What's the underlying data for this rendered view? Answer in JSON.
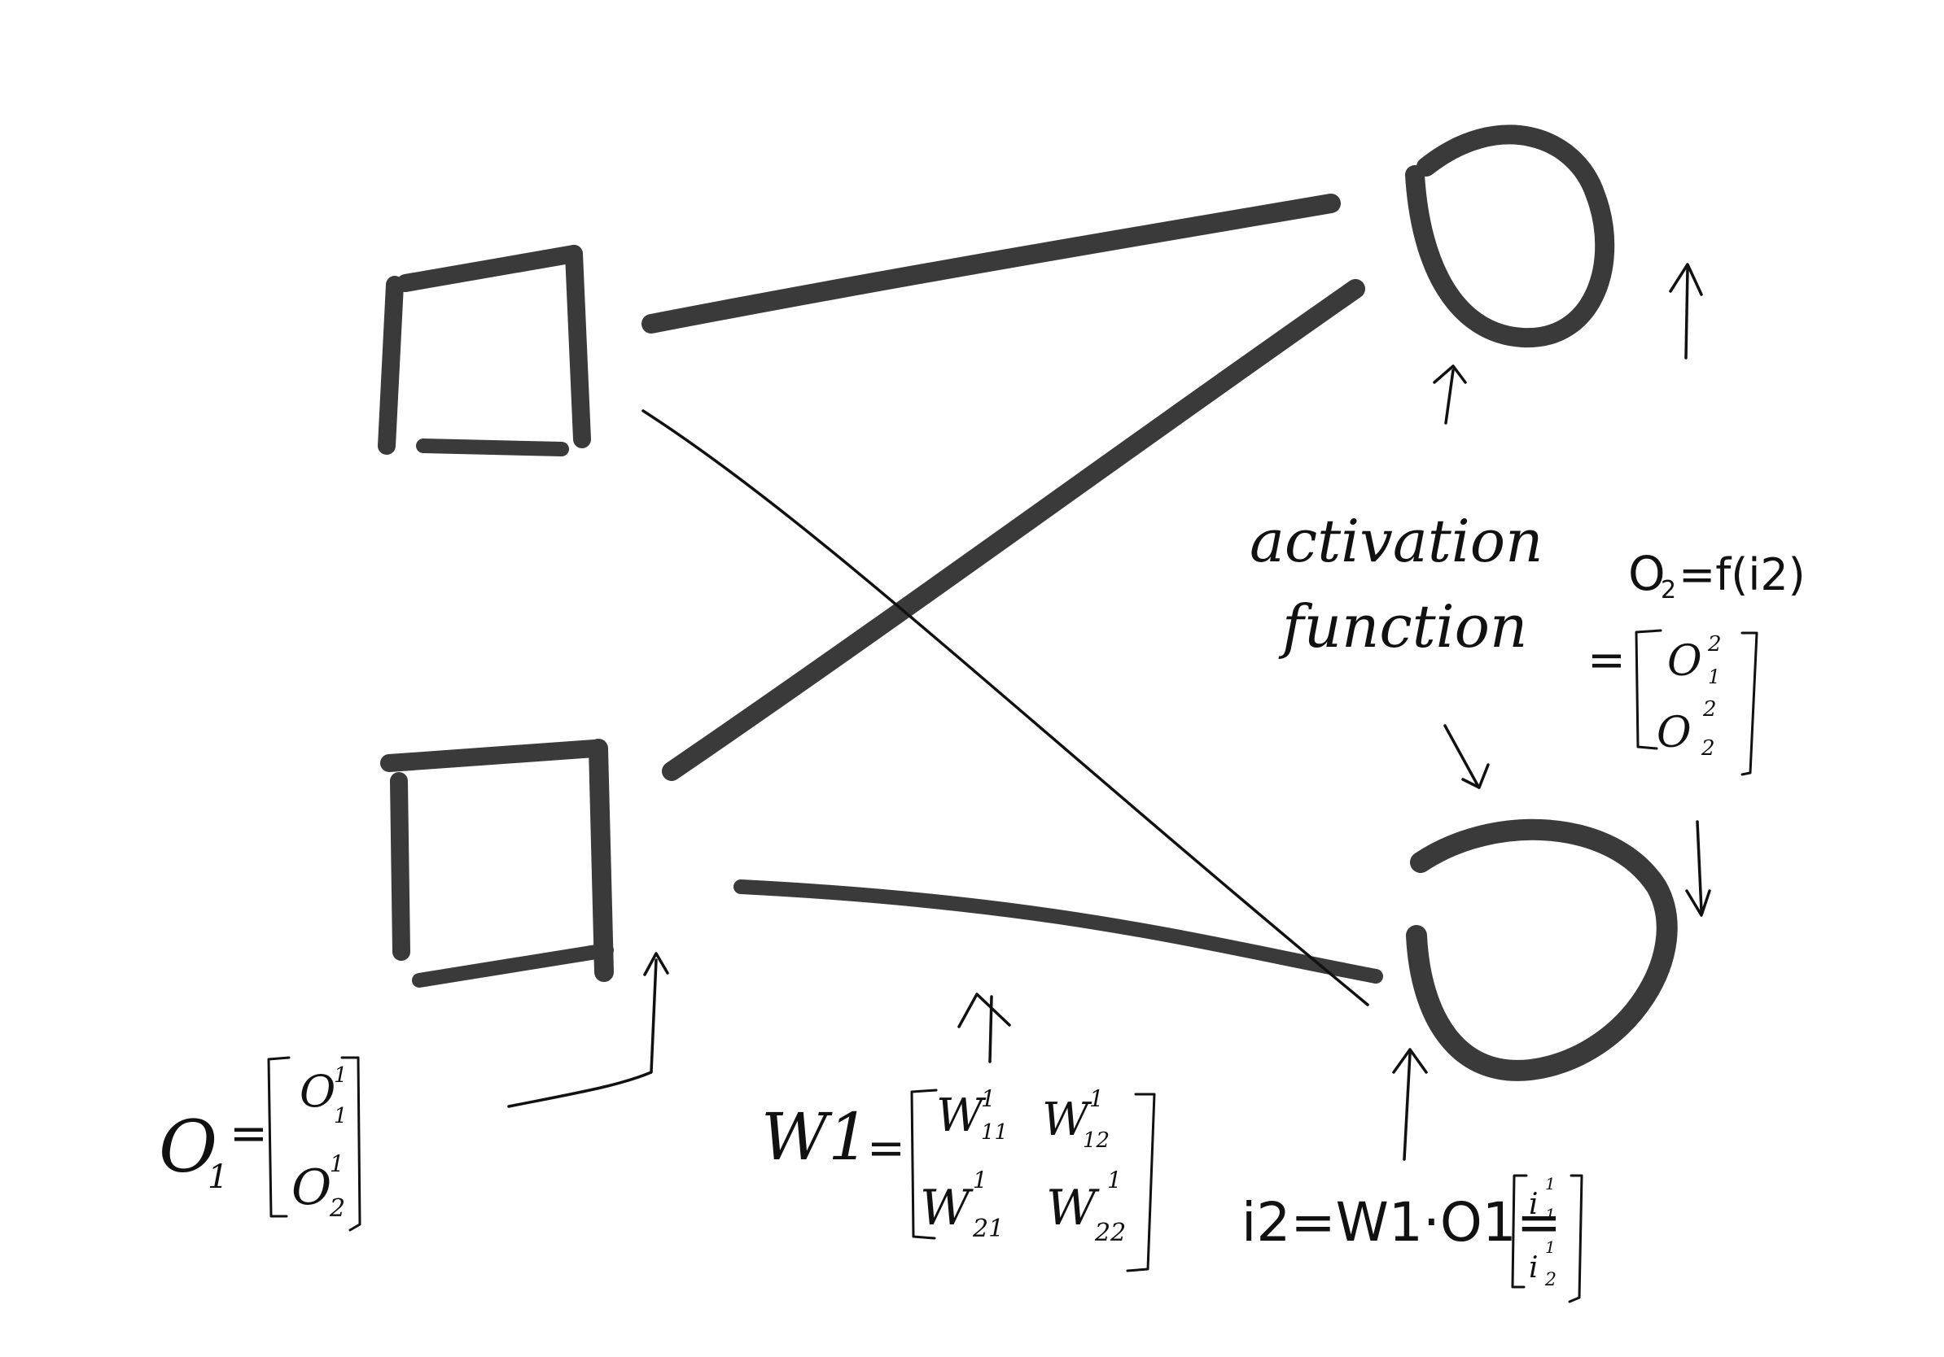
{
  "diagram": {
    "description_text": {
      "activation_line1": "activation",
      "activation_line2": "function"
    },
    "equations": {
      "o1": {
        "lhs": "O",
        "lhs_sub": "1",
        "eq": "=",
        "entries": [
          {
            "base": "O",
            "sup": "1",
            "sub": "1"
          },
          {
            "base": "O",
            "sup": "1",
            "sub": "2"
          }
        ]
      },
      "w1": {
        "lhs": "W1",
        "eq": "=",
        "entries": [
          {
            "base": "W",
            "sup": "1",
            "sub": "11"
          },
          {
            "base": "W",
            "sup": "1",
            "sub": "12"
          },
          {
            "base": "W",
            "sup": "1",
            "sub": "21"
          },
          {
            "base": "W",
            "sup": "1",
            "sub": "22"
          }
        ]
      },
      "i2": {
        "lhs": "i2=W1·O1=",
        "entries": [
          {
            "base": "i",
            "sup": "1",
            "sub": "1"
          },
          {
            "base": "i",
            "sup": "1",
            "sub": "2"
          }
        ]
      },
      "o2": {
        "lhs": "O",
        "lhs_sub": "2",
        "rhs": "=f(i2)",
        "eq": "=",
        "entries": [
          {
            "base": "O",
            "sup": "2",
            "sub": "1"
          },
          {
            "base": "O",
            "sup": "2",
            "sub": "2"
          }
        ]
      }
    }
  }
}
